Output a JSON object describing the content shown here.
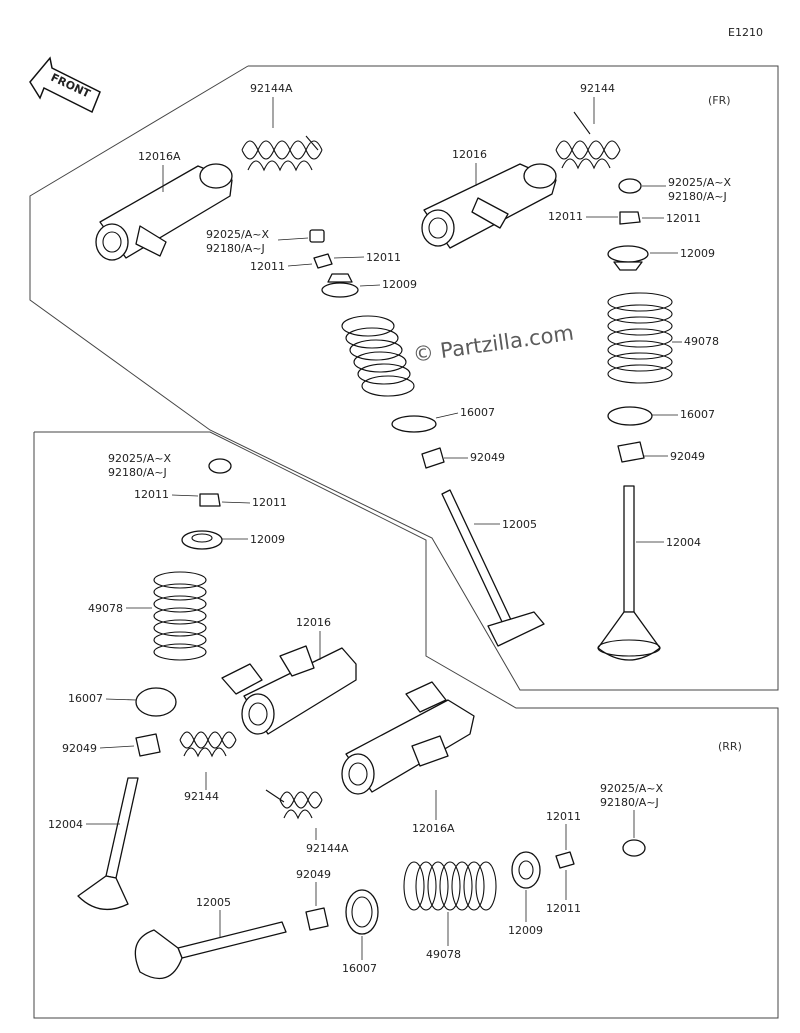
{
  "page_code": "E1210",
  "front_arrow_text": "FRONT",
  "sections": {
    "front": "(FR)",
    "rear": "(RR)"
  },
  "watermark": "© Partzilla.com",
  "labels": {
    "fr_spring_a": "92144A",
    "fr_arm_a": "12016A",
    "fr_cotter_1": "92025/A~X",
    "fr_cotter_2": "92180/A~J",
    "fr_keeper_r": "12011",
    "fr_keeper_l": "12011",
    "fr_retainer_l": "12009",
    "fr_spring_r": "92144",
    "fr_arm": "12016",
    "fr_cotter_r1": "92025/A~X",
    "fr_cotter_r2": "92180/A~J",
    "fr_keeper_rl": "12011",
    "fr_keeper_rr": "12011",
    "fr_retainer_r": "12009",
    "fr_valve_spring_r": "49078",
    "fr_seat_l": "16007",
    "fr_seat_r": "16007",
    "fr_seal_l": "92049",
    "fr_seal_r": "92049",
    "fr_valve_ex": "12005",
    "fr_valve_in": "12004",
    "rr_cotter_1": "92025/A~X",
    "rr_cotter_2": "92180/A~J",
    "rr_keeper_l": "12011",
    "rr_keeper_r": "12011",
    "rr_retainer": "12009",
    "rr_valve_spring": "49078",
    "rr_arm": "12016",
    "rr_seat": "16007",
    "rr_seal": "92049",
    "rr_spring": "92144",
    "rr_valve_in": "12004",
    "rr_spring_a": "92144A",
    "rr_arm_a": "12016A",
    "rr2_cotter_1": "92025/A~X",
    "rr2_cotter_2": "92180/A~J",
    "rr2_keeper_t": "12011",
    "rr2_keeper_b": "12011",
    "rr2_retainer": "12009",
    "rr2_valve_spring": "49078",
    "rr2_seat": "16007",
    "rr2_seal": "92049",
    "rr2_valve_ex": "12005"
  }
}
